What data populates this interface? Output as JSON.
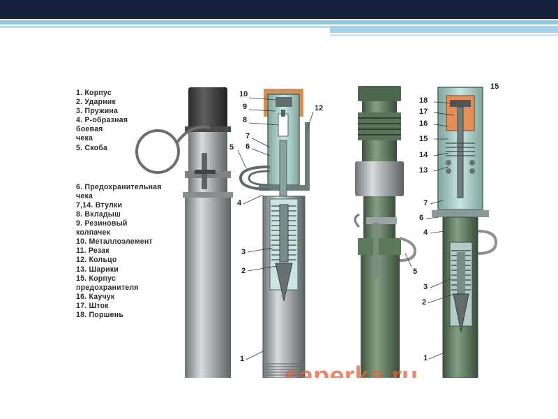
{
  "legend": [
    "1. Корпус",
    "2. Ударник",
    "3. Пружина",
    "4. Р-образная\nбоевая\nчека",
    "5. Скоба",
    "",
    "6. Предохранительная\nчека",
    "7,14. Втулки",
    "8. Вкладыш",
    "9. Резиновый\nколпачек",
    "10. Металлоэлемент",
    "11. Резак",
    "12. Кольцо",
    "13. Шарики",
    "15. Корпус\nпредохранителя",
    "16. Каучук",
    "17. Шток",
    "18. Поршень"
  ],
  "callouts_fuse_a": [
    "10",
    "9",
    "8",
    "7",
    "6",
    "5",
    "12",
    "4",
    "3",
    "2",
    "1"
  ],
  "callouts_fuse_b": [
    "18",
    "17",
    "16",
    "15",
    "14",
    "13",
    "7",
    "6",
    "4",
    "3",
    "2",
    "1",
    "5",
    "15"
  ],
  "watermark": "saperka.ru",
  "colors": {
    "header": "#15213a",
    "accent_stripe": "#8ec6e4",
    "steel": "#9aa0a3",
    "green_body": "#5f7a5e",
    "cutaway": "#bfe3e4",
    "rubber": "#d9772e",
    "watermark": "#e0643a"
  }
}
